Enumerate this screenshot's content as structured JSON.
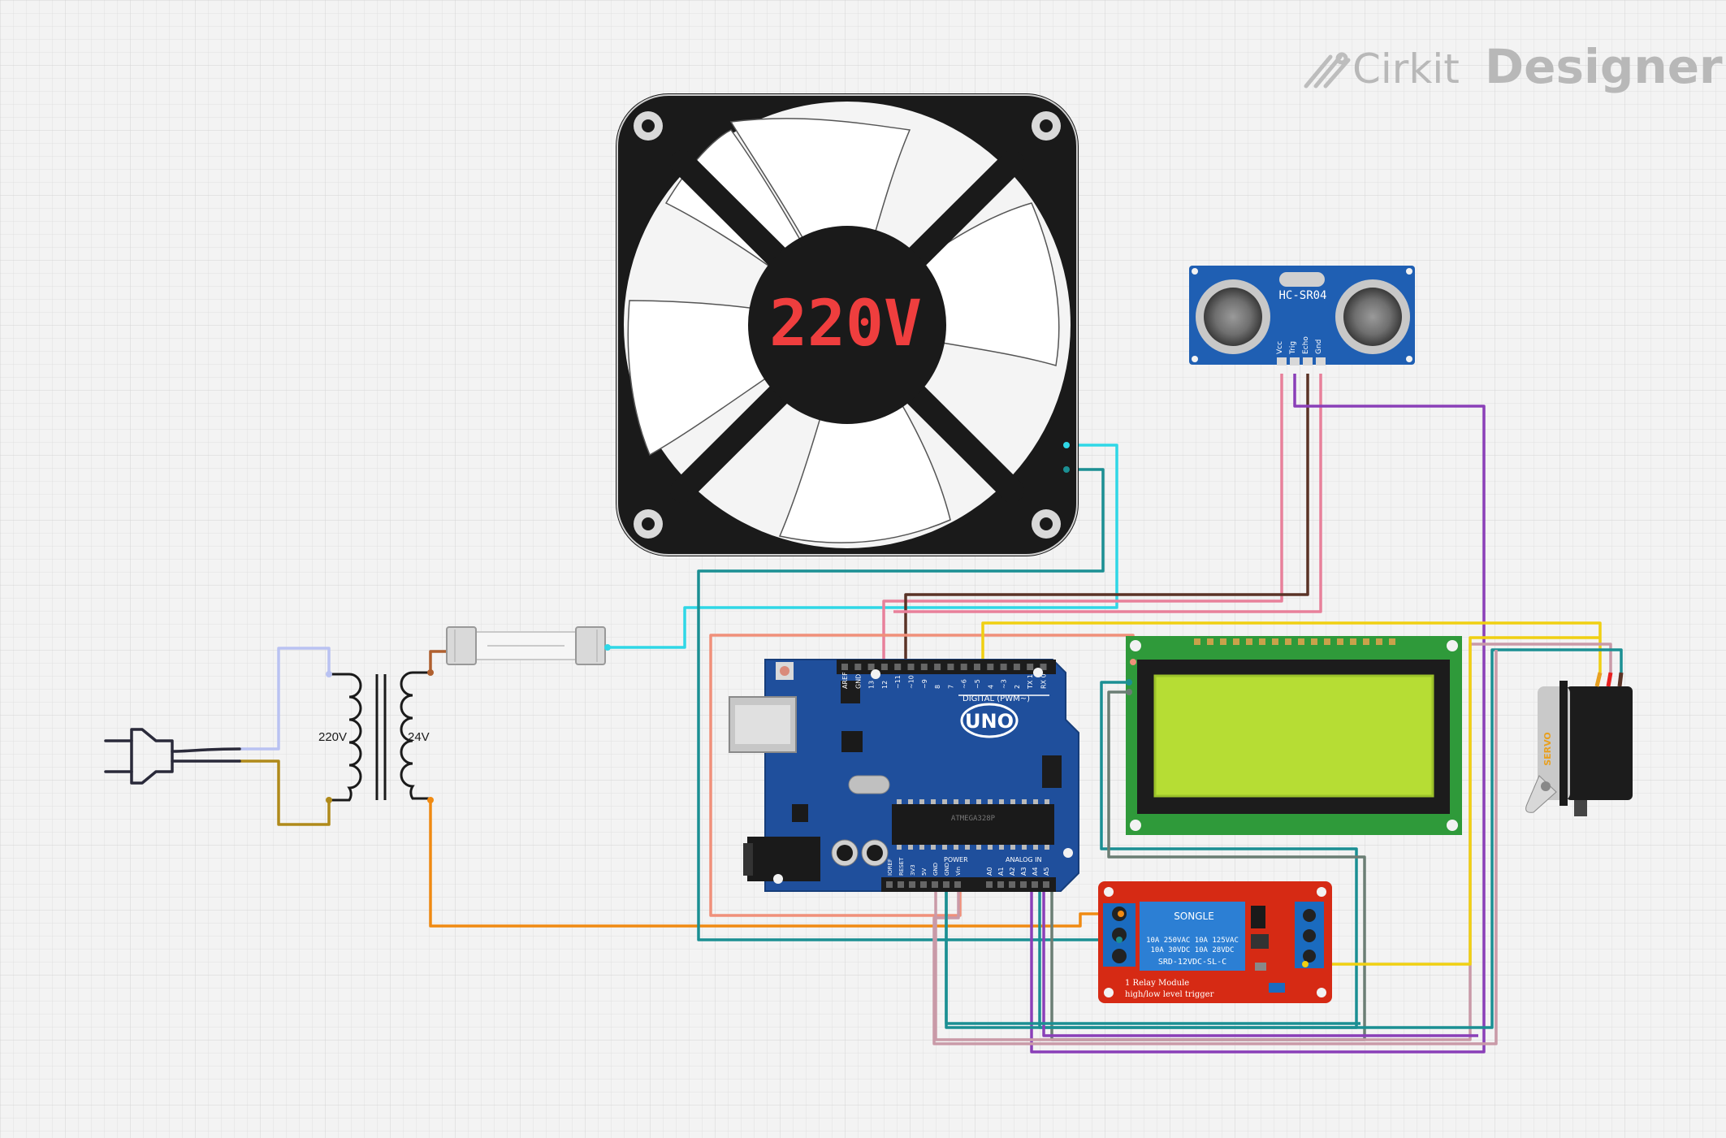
{
  "brand": {
    "name_part1": "Cirkit",
    "name_part2": "Designer"
  },
  "fan": {
    "label": "220V"
  },
  "transformer": {
    "primary_label": "220V",
    "secondary_label": "24V"
  },
  "ultrasonic": {
    "model": "HC-SR04",
    "pins": [
      "Vcc",
      "Trig",
      "Echo",
      "Gnd"
    ]
  },
  "arduino": {
    "model": "UNO",
    "digital_label": "DIGITAL (PWM~)",
    "power_label": "POWER",
    "analog_label": "ANALOG IN",
    "top_pins": [
      "AREF",
      "GND",
      "13",
      "12",
      "~11",
      "~10",
      "~9",
      "8",
      "7",
      "~6",
      "~5",
      "4",
      "~3",
      "2",
      "TX 1",
      "RX 0"
    ],
    "power_pins": [
      "IOREF",
      "RESET",
      "3V3",
      "5V",
      "GND",
      "GND",
      "Vin"
    ],
    "analog_pins": [
      "A0",
      "A1",
      "A2",
      "A3",
      "A4",
      "A5"
    ],
    "chip_text": "ATMEGA328P"
  },
  "relay": {
    "brand": "SONGLE",
    "spec1": "10A 250VAC  10A 125VAC",
    "spec2": "10A 30VDC  10A 28VDC",
    "model": "SRD-12VDC-SL-C",
    "caption1": "1 Relay  Module",
    "caption2": "high/low level trigger"
  },
  "servo": {
    "label": "SERVO"
  }
}
